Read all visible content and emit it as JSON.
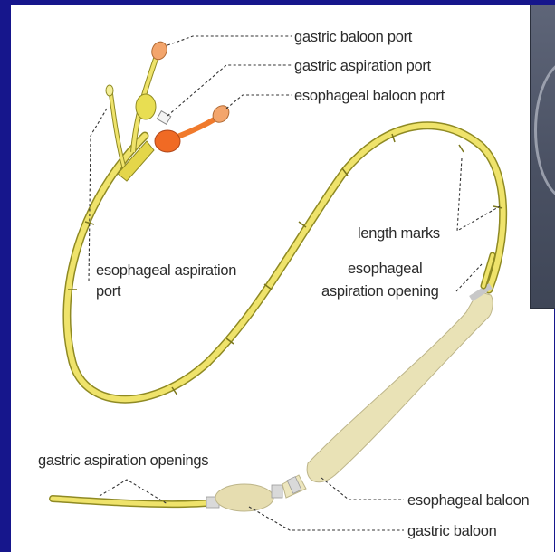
{
  "labels": {
    "gastric_baloon_port": "gastric baloon port",
    "gastric_aspiration_port": "gastric aspiration port",
    "esophageal_baloon_port": "esophageal baloon port",
    "length_marks": "length marks",
    "esophageal_aspiration_port_1": "esophageal aspiration",
    "esophageal_aspiration_port_2": "port",
    "esophageal_aspiration_opening_1": "esophageal",
    "esophageal_aspiration_opening_2": "aspiration opening",
    "gastric_aspiration_openings": "gastric aspiration openings",
    "esophageal_baloon": "esophageal baloon",
    "gastric_baloon": "gastric baloon"
  },
  "colors": {
    "frame": "#16168c",
    "tube": "#e4d64a",
    "tube_edge": "#8f8a23",
    "baloon": "#e9e2b6",
    "orange_port": "#f07a2c",
    "gastric_port_cap": "#f3a56c"
  }
}
